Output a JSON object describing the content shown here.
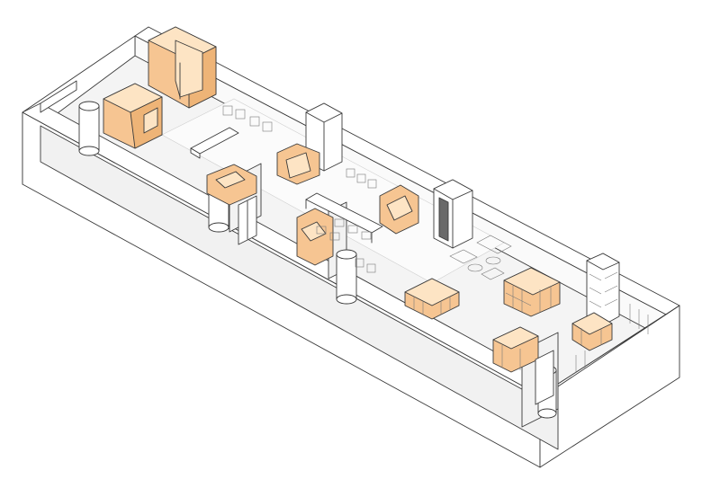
{
  "diagram": {
    "kind": "isometric-office-floor-plan",
    "colors": {
      "line": "#3a3a3a",
      "wall_face": "#ffffff",
      "floor": "#f3f3f3",
      "floor_light": "#f8f8f8",
      "accent_top": "#fde4c4",
      "accent_side": "#f6c592",
      "accent_dark": "#eeb477",
      "glass": "#f0f0f0"
    },
    "components": [
      "outer-shell-wall",
      "meeting-room-pod",
      "phone-booth",
      "round-columns",
      "storage-towers",
      "glass-partitions",
      "long-work-tables",
      "lounge-seating",
      "bookshelf-units",
      "bar-stools",
      "doors"
    ]
  }
}
